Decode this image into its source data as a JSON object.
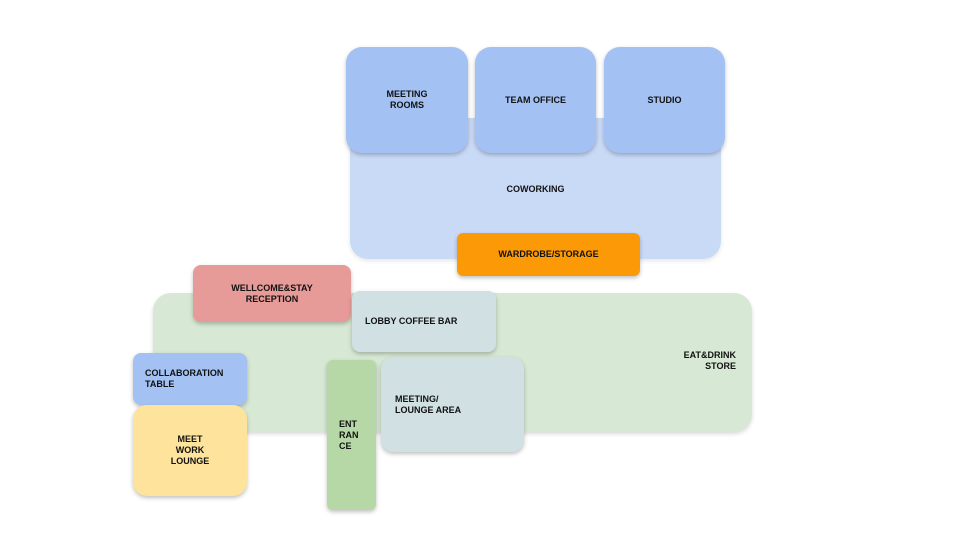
{
  "zones": {
    "coworking": "COWORKING",
    "meeting_rooms": "MEETING\nROOMS",
    "team_office": "TEAM OFFICE",
    "studio": "STUDIO",
    "wardrobe_storage": "WARDROBE/STORAGE",
    "eat_drink_store": "EAT&DRINK\nSTORE",
    "welcome_reception": "WELLCOME&STAY\nRECEPTION",
    "lobby_coffee_bar": "LOBBY COFFEE BAR",
    "meeting_lounge_area": "MEETING/\nLOUNGE AREA",
    "collaboration_table": "COLLABORATION\nTABLE",
    "meet_work_lounge": "MEET\nWORK\nLOUNGE",
    "entrance": "ENT\nRAN\nCE"
  },
  "colors": {
    "coworking": "#c9daf7",
    "rooms": "#a3c2f3",
    "wardrobe": "#fb9a06",
    "eat_drink": "#d7e9d4",
    "reception": "#e79b98",
    "lobby": "#d1e0e3",
    "lounge": "#fde39b",
    "entrance": "#b6d8a6"
  }
}
